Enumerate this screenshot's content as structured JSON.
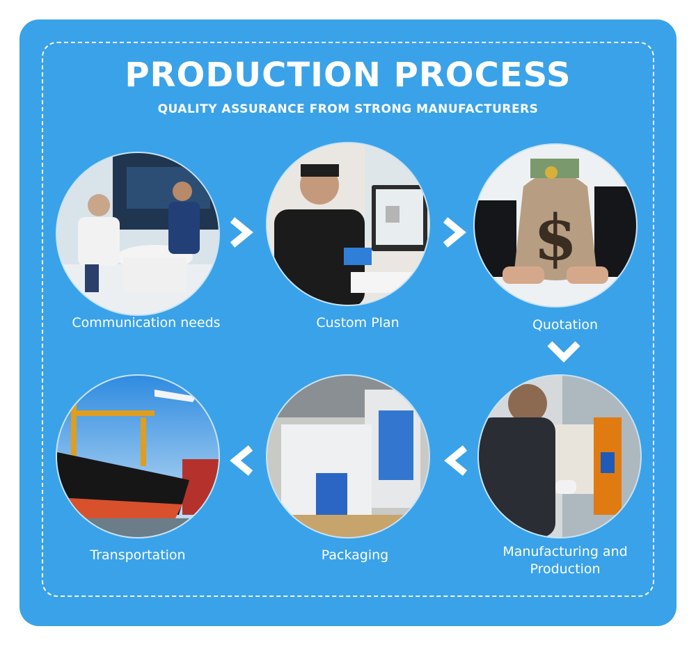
{
  "header": {
    "title": "PRODUCTION PROCESS",
    "subtitle": "QUALITY ASSURANCE FROM STRONG MANUFACTURERS"
  },
  "steps": [
    {
      "label": "Communication needs",
      "icon": "meeting-photo"
    },
    {
      "label": "Custom Plan",
      "icon": "computer-design-photo"
    },
    {
      "label": "Quotation",
      "icon": "money-bag-photo"
    },
    {
      "label": "Manufacturing and",
      "label2": "Production",
      "icon": "factory-machine-photo"
    },
    {
      "label": "Packaging",
      "icon": "packaged-machine-photo"
    },
    {
      "label": "Transportation",
      "icon": "ship-plane-photo"
    }
  ],
  "colors": {
    "panel": "#3aa2e8",
    "text": "#ffffff"
  }
}
